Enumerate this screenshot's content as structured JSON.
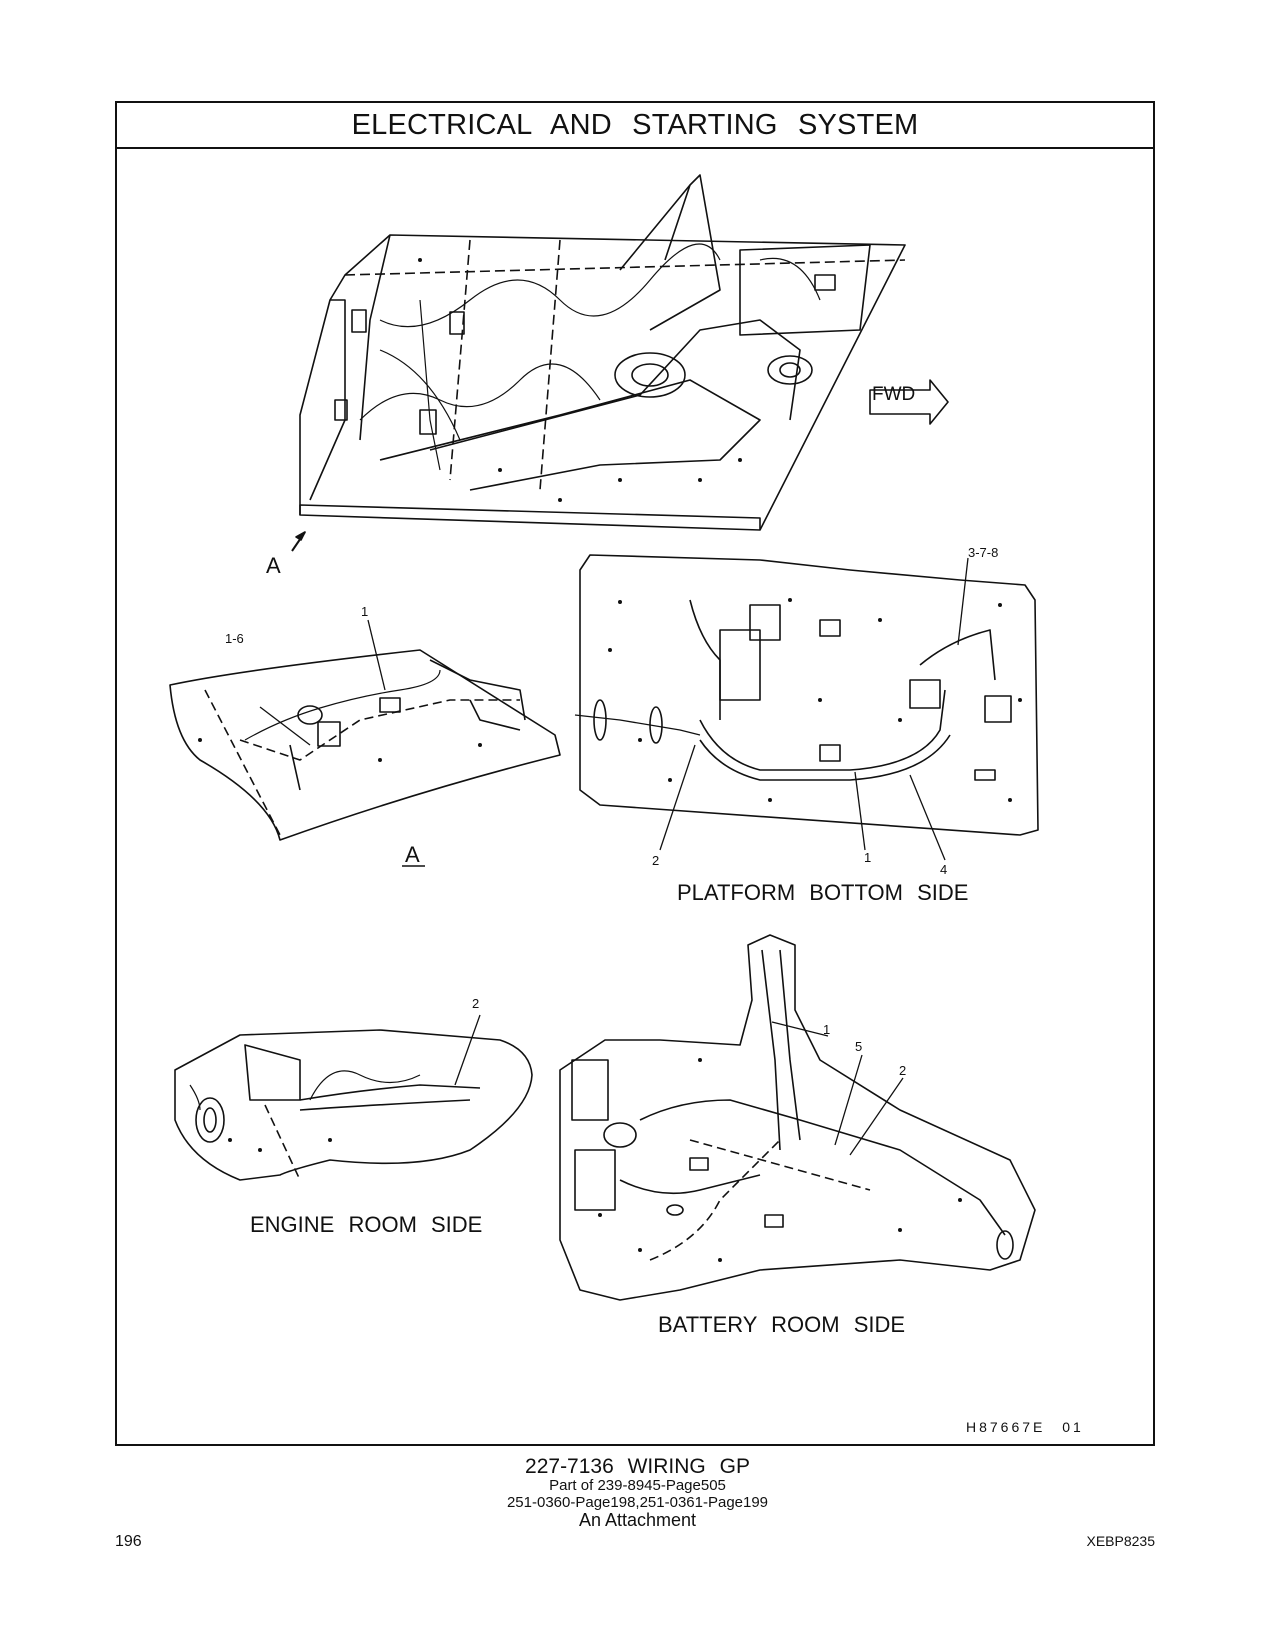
{
  "header": {
    "title": "ELECTRICAL AND STARTING SYSTEM"
  },
  "views": {
    "main": {
      "fwd_label": "FWD",
      "arrow_label": "A"
    },
    "detail_a": {
      "caption": "A",
      "callouts": [
        "1-6",
        "1"
      ]
    },
    "platform_bottom": {
      "caption": "PLATFORM BOTTOM SIDE",
      "callouts": [
        "3-7-8",
        "2",
        "1",
        "4"
      ]
    },
    "engine_room": {
      "caption": "ENGINE ROOM SIDE",
      "callouts": [
        "2"
      ]
    },
    "battery_room": {
      "caption": "BATTERY ROOM SIDE",
      "callouts": [
        "1",
        "5",
        "2"
      ]
    }
  },
  "illustration_id": "H87667E 01",
  "footer": {
    "part_title": "227-7136 WIRING GP",
    "line1": "Part of 239-8945-Page505",
    "line2": "251-0360-Page198,251-0361-Page199",
    "line3": "An Attachment"
  },
  "page_number": "196",
  "document_number": "XEBP8235"
}
